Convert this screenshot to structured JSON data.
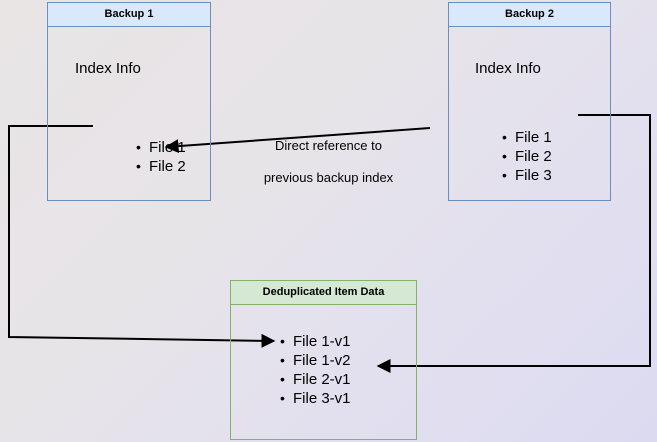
{
  "diagram": {
    "title": "Backup deduplication and index reference diagram",
    "background": {
      "gradient_from": "#e9e5e5",
      "gradient_to": "#dcdaf0"
    },
    "colors": {
      "blue_fill": "#dae8fc",
      "blue_stroke": "#6c8ebf",
      "green_fill": "#d5e8d4",
      "green_stroke": "#82b366",
      "edge_stroke": "#000000",
      "text": "#000000"
    },
    "nodes": [
      {
        "id": "backup1",
        "header": "Backup 1",
        "section_label": "Index Info",
        "items": [
          "File 1",
          "File 2"
        ]
      },
      {
        "id": "backup2",
        "header": "Backup 2",
        "section_label": "Index Info",
        "items": [
          "File 1",
          "File 2",
          "File 3"
        ]
      },
      {
        "id": "dedup",
        "header": "Deduplicated Item Data",
        "items": [
          "File 1-v1",
          "File 1-v2",
          "File 2-v1",
          "File 3-v1"
        ]
      }
    ],
    "annotations": [
      {
        "id": "direct-reference",
        "line1": "Direct reference to",
        "line2": "previous backup index"
      }
    ]
  }
}
